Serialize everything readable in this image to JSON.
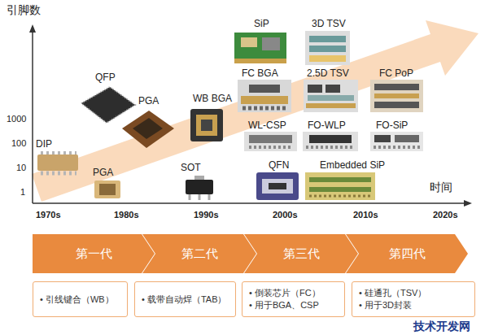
{
  "diagram": {
    "nodes": [
      {
        "text": [
          "第一代"
        ]
      },
      {
        "text": [
          "第二代"
        ]
      },
      {
        "text": [
          "第三代"
        ]
      },
      {
        "text": [
          "第四代"
        ]
      },
      {
        "text": [
          "• 引线键合（WB）"
        ]
      },
      {
        "text": [
          "• 载带自动焊（TAB）"
        ]
      },
      {
        "text": [
          "• 倒装芯片（FC）",
          "• 用于BGA、CSP"
        ]
      },
      {
        "text": [
          "• 硅通孔（TSV）",
          "• 用于3D封装"
        ]
      }
    ],
    "labels": [
      "引脚数",
      "1000",
      "100",
      "10",
      "1",
      "时间",
      "1970s",
      "1980s",
      "1990s",
      "2000s",
      "2010s",
      "2020s",
      "DIP",
      "PGA",
      "QFP",
      "PGA",
      "WB BGA",
      "SOT",
      "SiP",
      "3D TSV",
      "FC BGA",
      "2.5D TSV",
      "FC PoP",
      "WL-CSP",
      "FO-WLP",
      "FO-SiP",
      "QFN",
      "Embedded SiP",
      "技术开发网"
    ]
  }
}
